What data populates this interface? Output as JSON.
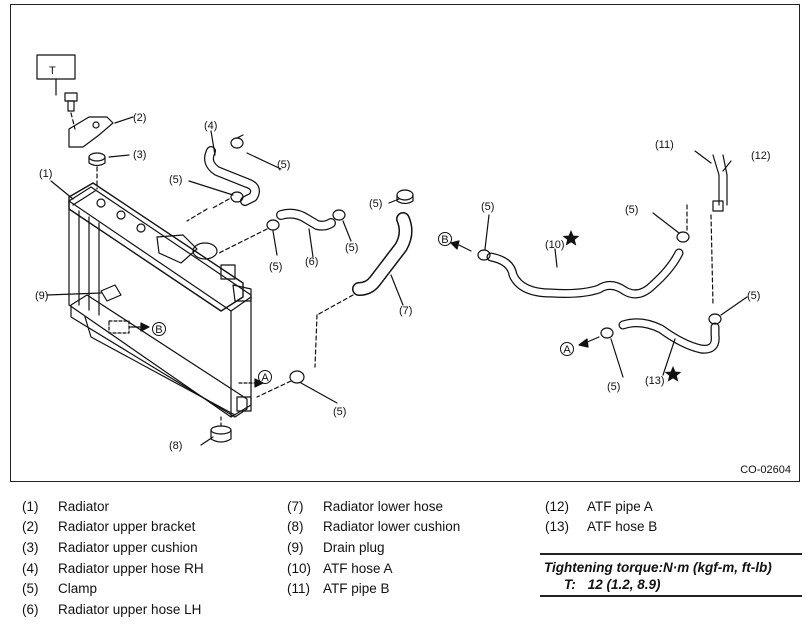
{
  "figure": {
    "code": "CO-02604",
    "torque_box": "T",
    "callouts": {
      "n1": "(1)",
      "n2": "(2)",
      "n3": "(3)",
      "n4": "(4)",
      "n5": "(5)",
      "n6": "(6)",
      "n7": "(7)",
      "n8": "(8)",
      "n9": "(9)",
      "n10": "(10)",
      "n11": "(11)",
      "n12": "(12)",
      "n13": "(13)",
      "a": "A",
      "b": "B"
    }
  },
  "legend": {
    "col1": [
      {
        "num": "(1)",
        "label": "Radiator"
      },
      {
        "num": "(2)",
        "label": "Radiator upper bracket"
      },
      {
        "num": "(3)",
        "label": "Radiator upper cushion"
      },
      {
        "num": "(4)",
        "label": "Radiator upper hose RH"
      },
      {
        "num": "(5)",
        "label": "Clamp"
      },
      {
        "num": "(6)",
        "label": "Radiator upper hose LH"
      }
    ],
    "col2": [
      {
        "num": "(7)",
        "label": "Radiator lower hose"
      },
      {
        "num": "(8)",
        "label": "Radiator lower cushion"
      },
      {
        "num": "(9)",
        "label": "Drain plug"
      },
      {
        "num": "(10)",
        "label": "ATF hose A"
      },
      {
        "num": "(11)",
        "label": "ATF pipe B"
      }
    ],
    "col3": [
      {
        "num": "(12)",
        "label": "ATF pipe A"
      },
      {
        "num": "(13)",
        "label": "ATF hose B"
      }
    ]
  },
  "torque": {
    "heading": "Tightening torque:N·m (kgf-m, ft-lb)",
    "prefix": "T:",
    "value": "12 (1.2, 8.9)"
  }
}
